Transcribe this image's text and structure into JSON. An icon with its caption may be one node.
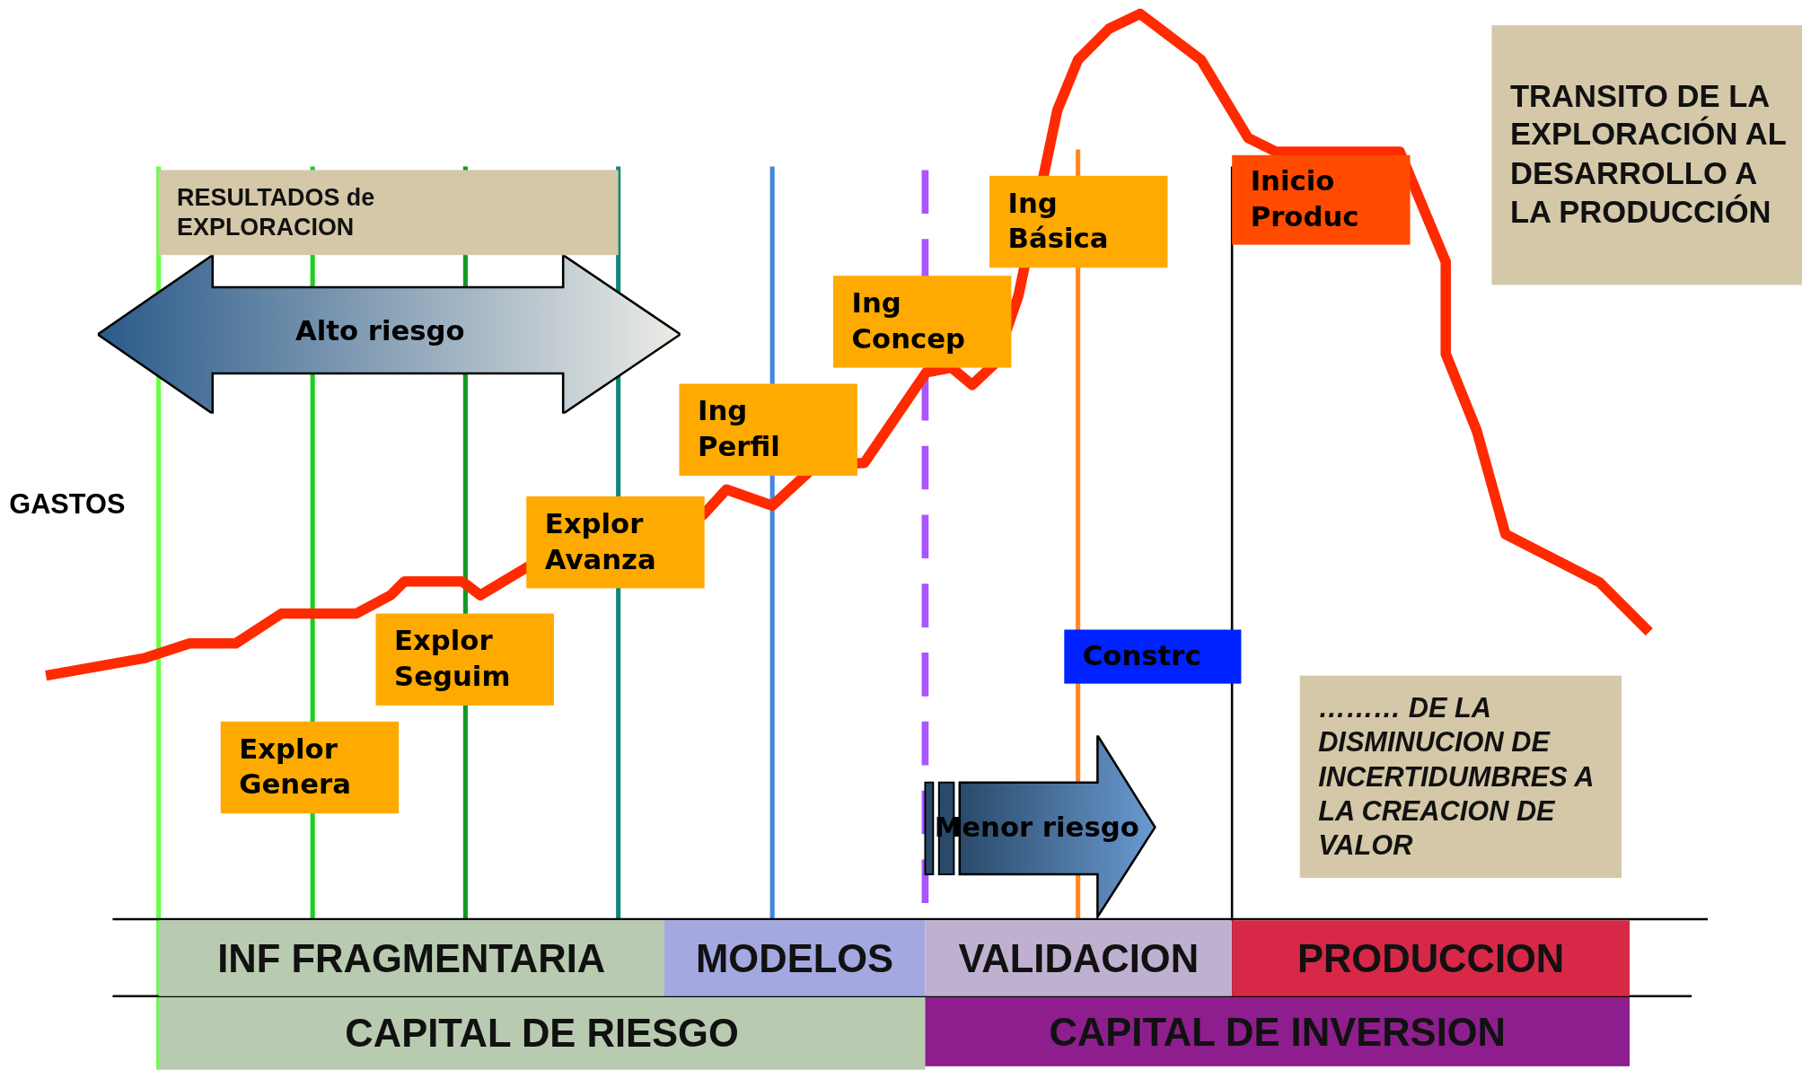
{
  "diagram": {
    "nodes": [
      {
        "text": [
          "RESULTADOS de EXPLORACION"
        ]
      },
      {
        "text": [
          "Alto riesgo"
        ]
      },
      {
        "text": [
          "TRANSITO DE LA EXPLORACIÓN AL DESARROLLO A LA PRODUCCIÓN"
        ]
      },
      {
        "text": [
          "Ing Básica"
        ]
      },
      {
        "text": [
          "Inicio Produc"
        ]
      },
      {
        "text": [
          "Ing Concep"
        ]
      },
      {
        "text": [
          "Ing Perfil"
        ]
      },
      {
        "text": [
          "Explor Avanza"
        ]
      },
      {
        "text": [
          "Explor Seguim"
        ]
      },
      {
        "text": [
          "Constrc"
        ]
      },
      {
        "text": [
          "Explor Genera"
        ]
      },
      {
        "text": [
          "……… DE LA DISMINUCION DE INCERTIDUMBRES A LA CREACION DE VALOR"
        ]
      },
      {
        "text": [
          "Menor riesgo"
        ]
      },
      {
        "text": [
          "INF FRAGMENTARIA"
        ]
      },
      {
        "text": [
          "MODELOS"
        ]
      },
      {
        "text": [
          "VALIDACION"
        ]
      },
      {
        "text": [
          "PRODUCCION"
        ]
      },
      {
        "text": [
          "CAPITAL DE RIESGO"
        ]
      },
      {
        "text": [
          "CAPITAL DE INVERSION"
        ]
      }
    ],
    "edges": [],
    "labels": [
      "GASTOS"
    ]
  }
}
